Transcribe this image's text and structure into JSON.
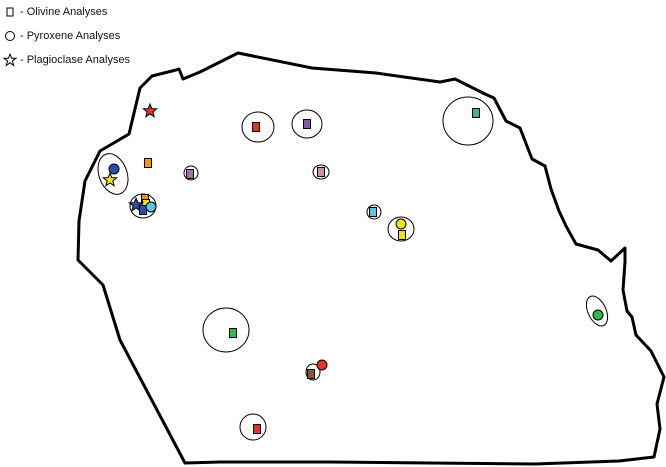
{
  "legend": {
    "olivine": "- Olivine Analyses",
    "pyroxene": "- Pyroxene Analyses",
    "plagioclase": "- Plagioclase Analyses"
  },
  "colors": {
    "outline": "#000000",
    "red": "#e8312a",
    "orange": "#f7941d",
    "blue": "#2b4fa8",
    "yellow": "#f5e11a",
    "light_blue": "#62c3e8",
    "purple": "#7b5ea6",
    "mauve": "#a86fa6",
    "pink": "#d08fb2",
    "teal": "#45b08c",
    "green": "#39b54a",
    "brown": "#8b5a2b"
  },
  "symbols": [
    {
      "mineral": "plagioclase",
      "shape": "star",
      "color": "red"
    },
    {
      "mineral": "olivine",
      "shape": "square",
      "color": "orange"
    },
    {
      "mineral": "pyroxene",
      "shape": "circle",
      "color": "blue"
    },
    {
      "mineral": "plagioclase",
      "shape": "star",
      "color": "yellow"
    },
    {
      "mineral": "olivine",
      "shape": "square",
      "color": "mauve"
    },
    {
      "mineral": "olivine",
      "shape": "square",
      "color": "orange"
    },
    {
      "mineral": "olivine",
      "shape": "square",
      "color": "yellow"
    },
    {
      "mineral": "plagioclase",
      "shape": "star",
      "color": "blue"
    },
    {
      "mineral": "olivine",
      "shape": "square",
      "color": "blue"
    },
    {
      "mineral": "pyroxene",
      "shape": "circle",
      "color": "light_blue"
    },
    {
      "mineral": "olivine",
      "shape": "square",
      "color": "red"
    },
    {
      "mineral": "olivine",
      "shape": "square",
      "color": "purple"
    },
    {
      "mineral": "olivine",
      "shape": "square",
      "color": "pink"
    },
    {
      "mineral": "olivine",
      "shape": "square",
      "color": "teal"
    },
    {
      "mineral": "olivine",
      "shape": "square",
      "color": "light_blue"
    },
    {
      "mineral": "pyroxene",
      "shape": "circle",
      "color": "yellow"
    },
    {
      "mineral": "olivine",
      "shape": "square",
      "color": "yellow"
    },
    {
      "mineral": "pyroxene",
      "shape": "circle",
      "color": "green"
    },
    {
      "mineral": "olivine",
      "shape": "square",
      "color": "green"
    },
    {
      "mineral": "pyroxene",
      "shape": "circle",
      "color": "red"
    },
    {
      "mineral": "olivine",
      "shape": "square",
      "color": "brown"
    },
    {
      "mineral": "olivine",
      "shape": "square",
      "color": "red"
    }
  ]
}
